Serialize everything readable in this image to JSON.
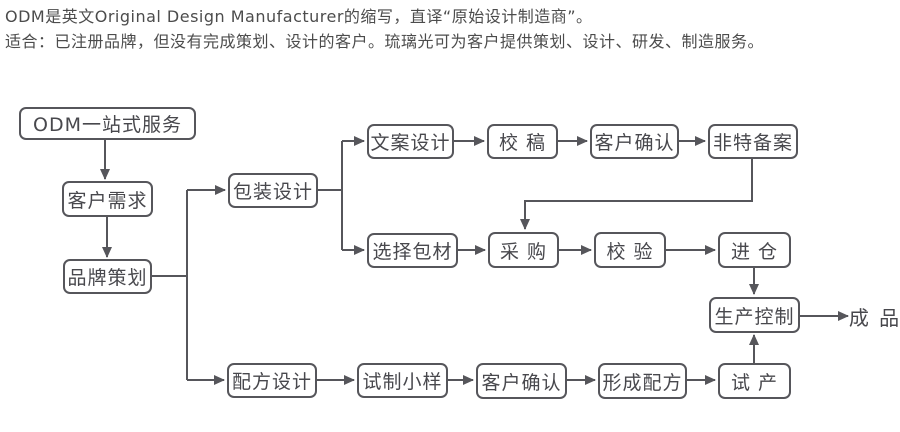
{
  "header": {
    "line1": "ODM是英文Original Design Manufacturer的缩写，直译“原始设计制造商”。",
    "line2": "适合：已注册品牌，但没有完成策划、设计的客户。琉璃光可为客户提供策划、设计、研发、制造服务。"
  },
  "colors": {
    "line": "#56565b",
    "node_text": "#48484d",
    "header_text": "#4c4c4c",
    "background": "#ffffff"
  },
  "flow": {
    "nodes": {
      "odm_service": {
        "label": "ODM一站式服务"
      },
      "customer_needs": {
        "label": "客户需求"
      },
      "brand_planning": {
        "label": "品牌策划"
      },
      "packaging_design": {
        "label": "包装设计"
      },
      "copywriting_design": {
        "label": "文案设计"
      },
      "proofreading": {
        "label": "校 稿"
      },
      "client_confirm_packaging": {
        "label": "客户确认"
      },
      "non_special_filing": {
        "label": "非特备案"
      },
      "select_packaging_material": {
        "label": "选择包材"
      },
      "purchasing": {
        "label": "采 购"
      },
      "verification": {
        "label": "校 验"
      },
      "warehouse_in": {
        "label": "进 仓"
      },
      "production_control": {
        "label": "生产控制"
      },
      "formula_design": {
        "label": "配方设计"
      },
      "trial_sample": {
        "label": "试制小样"
      },
      "client_confirm_formula": {
        "label": "客户确认"
      },
      "formula_formation": {
        "label": "形成配方"
      },
      "trial_production": {
        "label": "试 产"
      },
      "finished_product": {
        "label": "成 品"
      }
    }
  }
}
